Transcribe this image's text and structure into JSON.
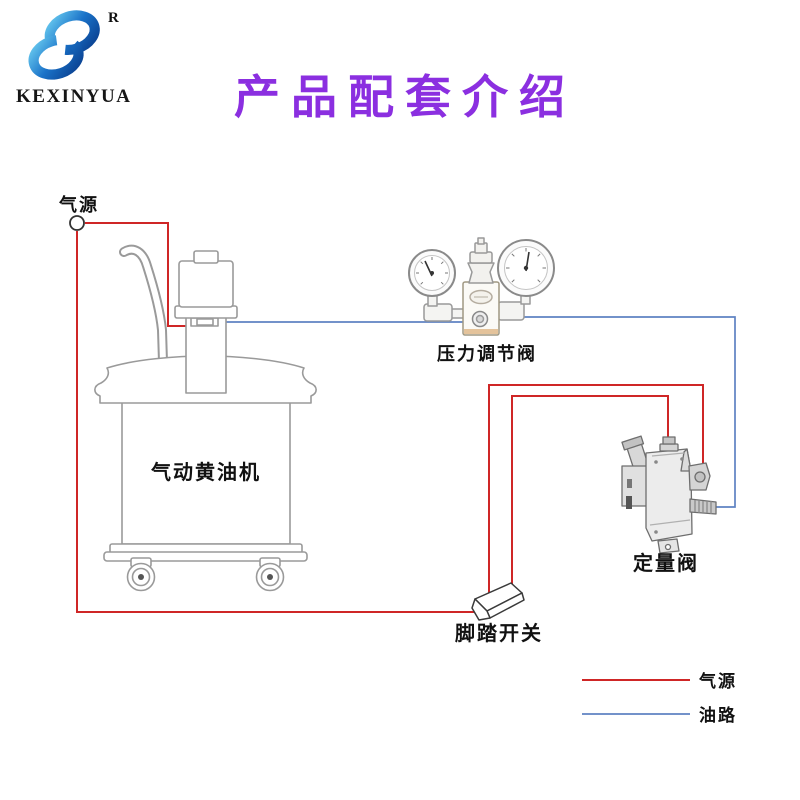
{
  "logo": {
    "brand": "KEXINYUA",
    "registered_mark": "R"
  },
  "title": "产品配套介绍",
  "labels": {
    "air_source": "气源",
    "grease_machine": "气动黄油机",
    "pressure_valve": "压力调节阀",
    "metering_valve": "定量阀",
    "foot_switch": "脚踏开关"
  },
  "legend": {
    "items": [
      {
        "label": "气源",
        "color": "#cf2626"
      },
      {
        "label": "油路",
        "color": "#5f82c2"
      }
    ]
  },
  "colors": {
    "title": "#8b2fe0",
    "air_line": "#cf2626",
    "oil_line": "#5f82c2",
    "line_art": "#9a9a9a"
  }
}
